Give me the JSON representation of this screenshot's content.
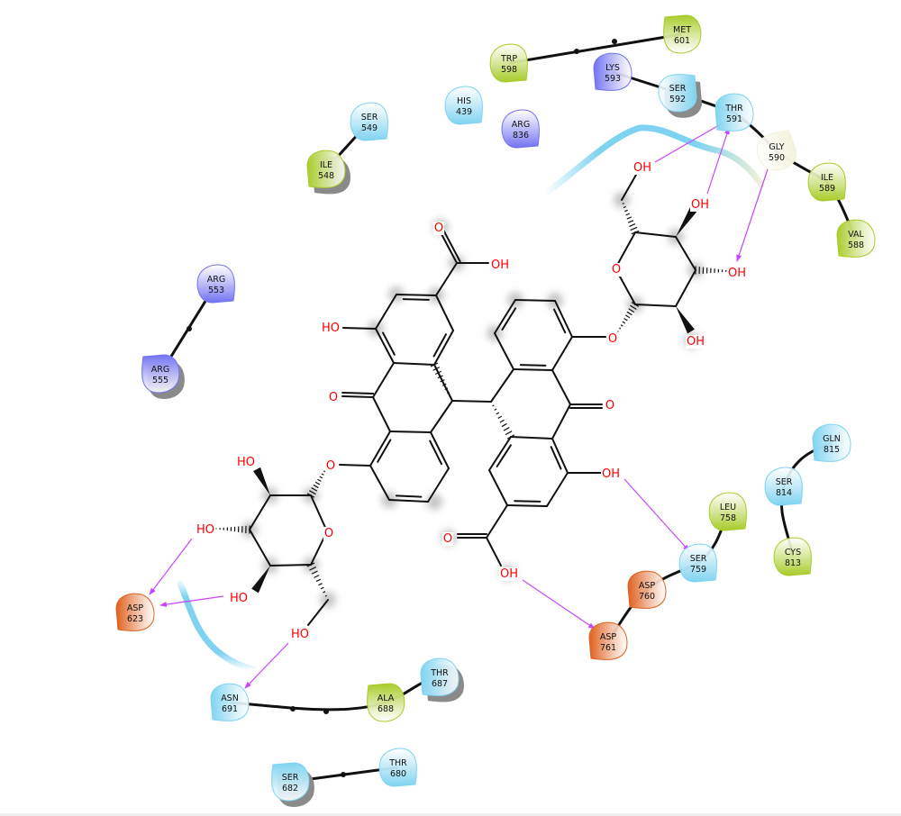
{
  "colors": {
    "hydrophobic": "#a8cc2a",
    "polar": "#7fd3f0",
    "positive": "#7272f2",
    "negative": "#e0601e",
    "glycine": "#f2f2dc",
    "hbond": "#cc44ff",
    "solvent": "#7fd3f0",
    "heteroatom": "#ff0000"
  },
  "residues": [
    {
      "name": "MET",
      "num": "601",
      "type": "hydrophobic"
    },
    {
      "name": "TRP",
      "num": "598",
      "type": "hydrophobic"
    },
    {
      "name": "LYS",
      "num": "593",
      "type": "positive"
    },
    {
      "name": "SER",
      "num": "592",
      "type": "polar"
    },
    {
      "name": "THR",
      "num": "591",
      "type": "polar"
    },
    {
      "name": "GLY",
      "num": "590",
      "type": "glycine"
    },
    {
      "name": "ILE",
      "num": "589",
      "type": "hydrophobic"
    },
    {
      "name": "VAL",
      "num": "588",
      "type": "hydrophobic"
    },
    {
      "name": "HIS",
      "num": "439",
      "type": "polar"
    },
    {
      "name": "ARG",
      "num": "836",
      "type": "positive"
    },
    {
      "name": "SER",
      "num": "549",
      "type": "polar"
    },
    {
      "name": "ILE",
      "num": "548",
      "type": "hydrophobic"
    },
    {
      "name": "ARG",
      "num": "553",
      "type": "positive"
    },
    {
      "name": "ARG",
      "num": "555",
      "type": "positive"
    },
    {
      "name": "ASP",
      "num": "623",
      "type": "negative"
    },
    {
      "name": "ASN",
      "num": "691",
      "type": "polar"
    },
    {
      "name": "ALA",
      "num": "688",
      "type": "hydrophobic"
    },
    {
      "name": "THR",
      "num": "687",
      "type": "polar"
    },
    {
      "name": "SER",
      "num": "682",
      "type": "polar"
    },
    {
      "name": "THR",
      "num": "680",
      "type": "polar"
    },
    {
      "name": "GLN",
      "num": "815",
      "type": "polar"
    },
    {
      "name": "SER",
      "num": "814",
      "type": "polar"
    },
    {
      "name": "CYS",
      "num": "813",
      "type": "hydrophobic"
    },
    {
      "name": "LEU",
      "num": "758",
      "type": "hydrophobic"
    },
    {
      "name": "SER",
      "num": "759",
      "type": "polar"
    },
    {
      "name": "ASP",
      "num": "760",
      "type": "negative"
    },
    {
      "name": "ASP",
      "num": "761",
      "type": "negative"
    }
  ],
  "atom_labels": [
    "OH",
    "O",
    "HO",
    "O",
    "O",
    "O",
    "OH",
    "O",
    "OH",
    "O",
    "O",
    "OH",
    "OH",
    "OH",
    "OH",
    "O",
    "HO",
    "HO",
    "HO",
    "HO",
    "O",
    "OH"
  ]
}
